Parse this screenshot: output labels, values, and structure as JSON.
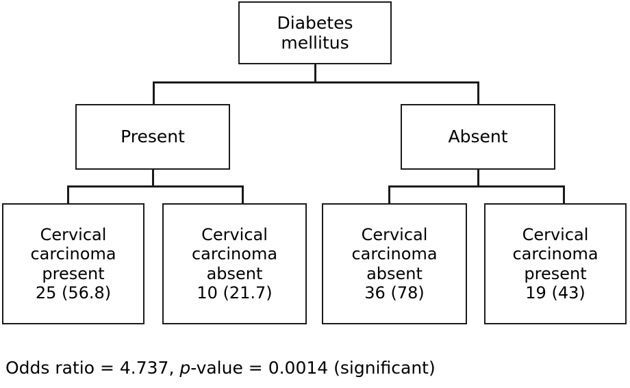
{
  "diagram": {
    "type": "decision-tree",
    "root": {
      "label": "Diabetes\nmellitus"
    },
    "branches": [
      {
        "label": "Present"
      },
      {
        "label": "Absent"
      }
    ],
    "leaves": [
      {
        "label": "Cervical\ncarcinoma\npresent\n25 (56.8)",
        "outcome": "Cervical carcinoma present",
        "count": 25,
        "percent": 56.8,
        "parent": "Present"
      },
      {
        "label": "Cervical\ncarcinoma\nabsent\n10 (21.7)",
        "outcome": "Cervical carcinoma absent",
        "count": 10,
        "percent": 21.7,
        "parent": "Present"
      },
      {
        "label": "Cervical\ncarcinoma\nabsent\n36 (78)",
        "outcome": "Cervical carcinoma absent",
        "count": 36,
        "percent": 78,
        "parent": "Absent"
      },
      {
        "label": "Cervical\ncarcinoma\npresent\n19 (43)",
        "outcome": "Cervical carcinoma present",
        "count": 19,
        "percent": 43,
        "parent": "Absent"
      }
    ]
  },
  "caption": {
    "odds_label": "Odds ratio = 4.737, ",
    "p_italic": "p",
    "p_rest": "-value = 0.0014 (significant)",
    "odds_ratio": 4.737,
    "p_value": 0.0014,
    "significance": "significant"
  },
  "colors": {
    "stroke": "#1a1a1a",
    "background": "#ffffff",
    "text": "#000000"
  }
}
